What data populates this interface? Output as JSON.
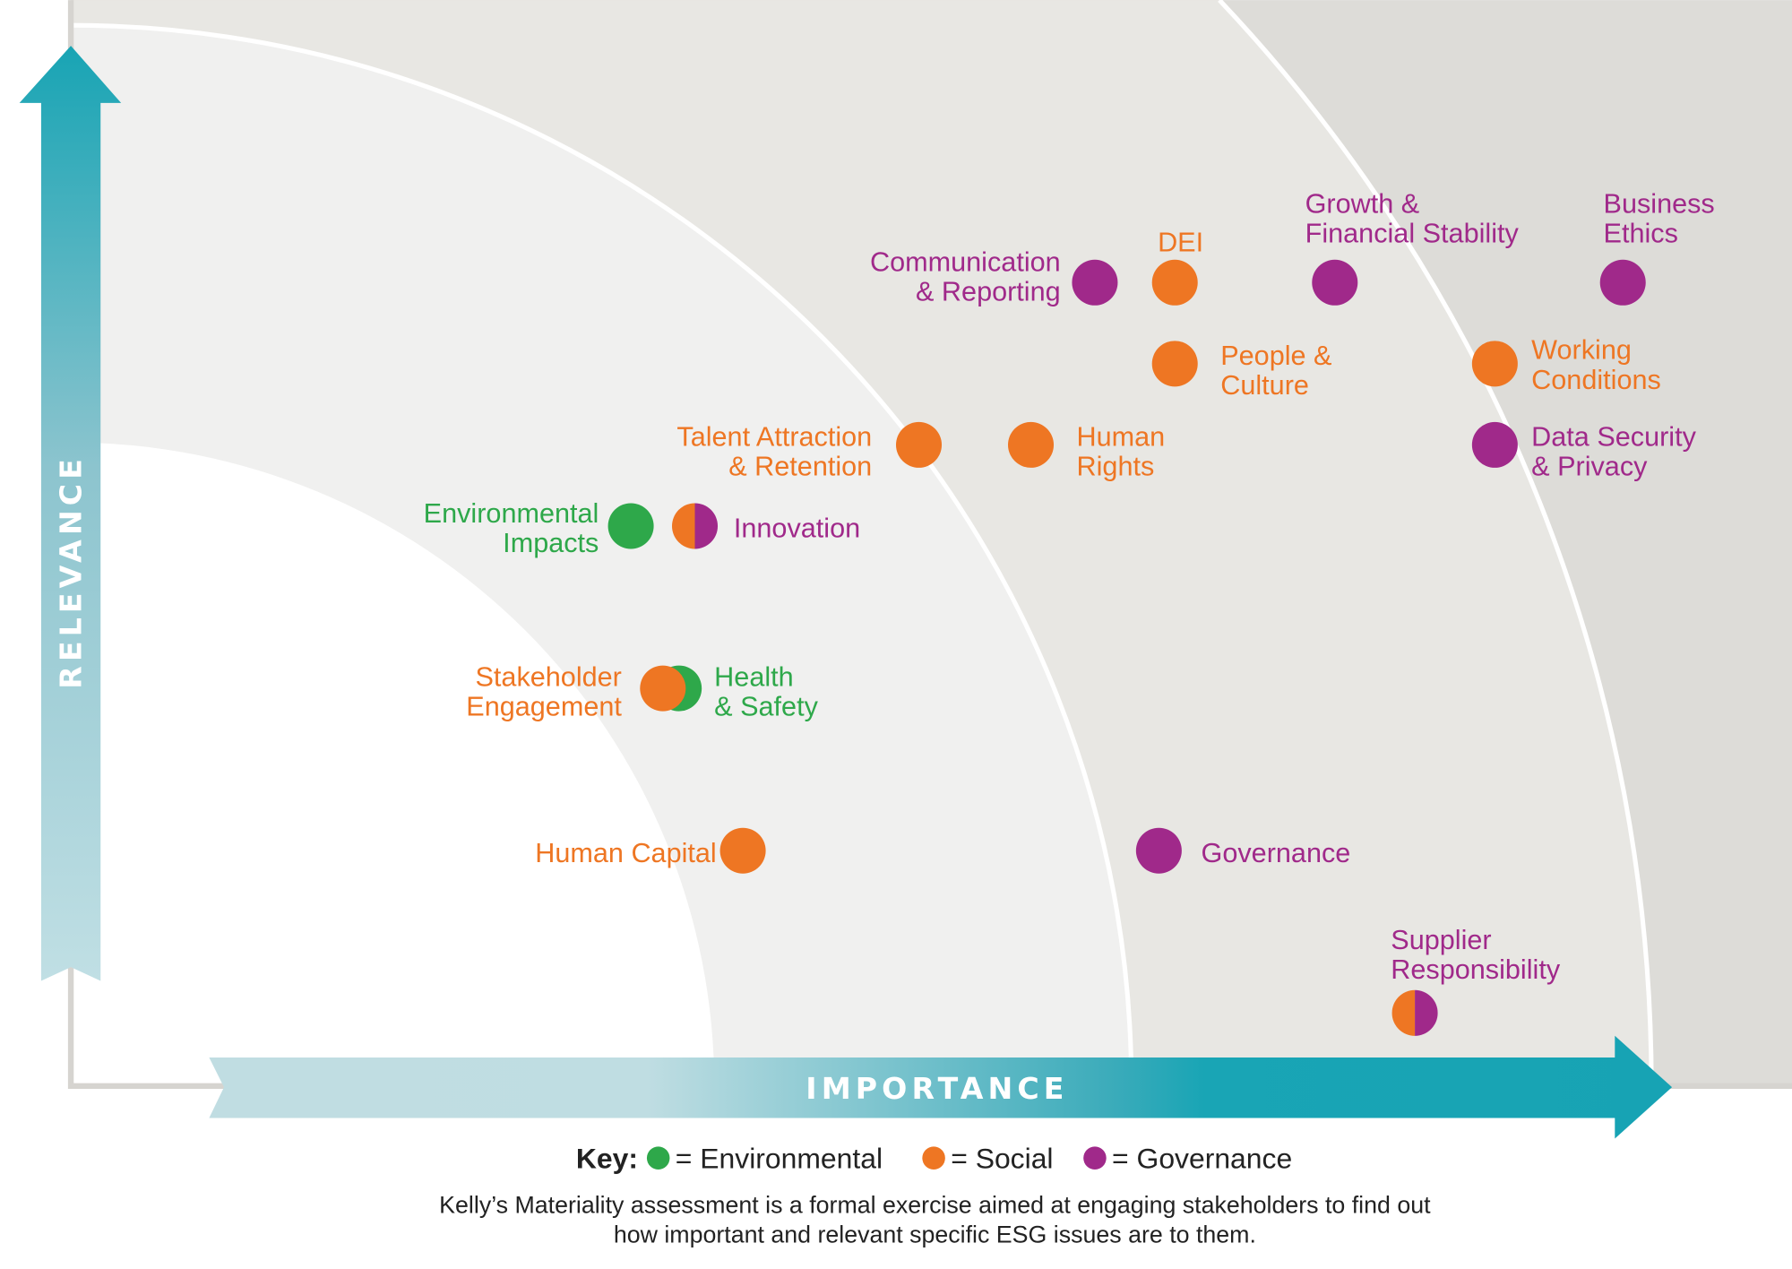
{
  "colors": {
    "Environmental": "#2ea84a",
    "Social": "#ee7623",
    "Governance": "#a0298a",
    "arrow": "#18a4b4"
  },
  "chart_data": {
    "type": "scatter",
    "title": "",
    "xlabel": "IMPORTANCE",
    "ylabel": "RELEVANCE",
    "xlim": [
      0,
      10
    ],
    "ylim": [
      0,
      10
    ],
    "grid": false,
    "legend_placement": "bottom",
    "legend": {
      "title": "Key:",
      "entries": [
        {
          "category": "Environmental",
          "label": "= Environmental"
        },
        {
          "category": "Social",
          "label": "= Social"
        },
        {
          "category": "Governance",
          "label": "= Governance"
        }
      ]
    },
    "points": [
      {
        "name": [
          "Communication",
          "& Reporting"
        ],
        "categories": [
          "Governance"
        ],
        "importance": 6.4,
        "relevance": 9.9
      },
      {
        "name": [
          "DEI"
        ],
        "categories": [
          "Social"
        ],
        "importance": 6.9,
        "relevance": 9.9
      },
      {
        "name": [
          "Growth &",
          "Financial Stability"
        ],
        "categories": [
          "Governance"
        ],
        "importance": 7.9,
        "relevance": 9.9
      },
      {
        "name": [
          "Business",
          "Ethics"
        ],
        "categories": [
          "Governance"
        ],
        "importance": 9.7,
        "relevance": 9.9
      },
      {
        "name": [
          "People &",
          "Culture"
        ],
        "categories": [
          "Social"
        ],
        "importance": 6.9,
        "relevance": 8.9
      },
      {
        "name": [
          "Working",
          "Conditions"
        ],
        "categories": [
          "Social"
        ],
        "importance": 8.9,
        "relevance": 8.9
      },
      {
        "name": [
          "Talent Attraction",
          "& Retention"
        ],
        "categories": [
          "Social"
        ],
        "importance": 5.3,
        "relevance": 7.9
      },
      {
        "name": [
          "Human",
          "Rights"
        ],
        "categories": [
          "Social"
        ],
        "importance": 6.0,
        "relevance": 7.9
      },
      {
        "name": [
          "Data Security",
          "& Privacy"
        ],
        "categories": [
          "Governance"
        ],
        "importance": 8.9,
        "relevance": 7.9
      },
      {
        "name": [
          "Environmental",
          "Impacts"
        ],
        "categories": [
          "Environmental"
        ],
        "importance": 3.5,
        "relevance": 6.9
      },
      {
        "name": [
          "Innovation"
        ],
        "categories": [
          "Social",
          "Governance"
        ],
        "label_category": "Governance",
        "importance": 3.9,
        "relevance": 6.9
      },
      {
        "name": [
          "Health",
          "& Safety"
        ],
        "categories": [
          "Environmental"
        ],
        "importance": 3.8,
        "relevance": 4.9
      },
      {
        "name": [
          "Stakeholder",
          "Engagement"
        ],
        "categories": [
          "Social"
        ],
        "importance": 3.7,
        "relevance": 4.9
      },
      {
        "name": [
          "Human Capital"
        ],
        "categories": [
          "Social"
        ],
        "importance": 4.2,
        "relevance": 2.9
      },
      {
        "name": [
          "Governance"
        ],
        "categories": [
          "Governance"
        ],
        "importance": 6.8,
        "relevance": 2.9
      },
      {
        "name": [
          "Supplier",
          "Responsibility"
        ],
        "categories": [
          "Social",
          "Governance"
        ],
        "label_category": "Governance",
        "importance": 8.4,
        "relevance": 0.9
      }
    ],
    "caption": [
      "Kelly’s Materiality assessment is a formal exercise aimed at engaging stakeholders to find out",
      "how important and relevant specific ESG issues are to them."
    ]
  }
}
